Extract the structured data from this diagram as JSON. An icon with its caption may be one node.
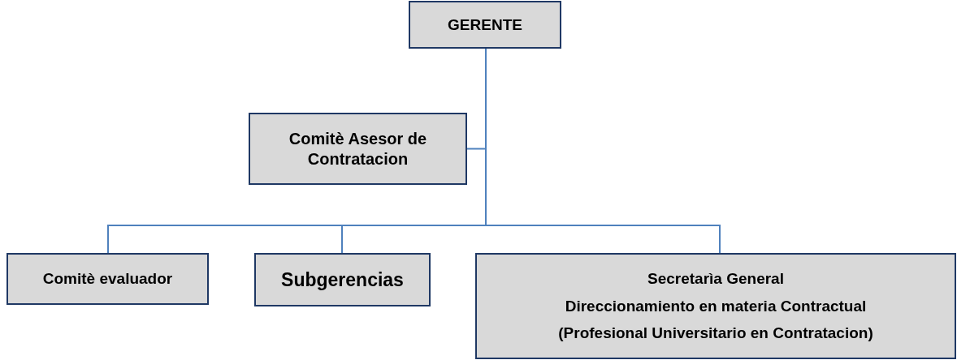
{
  "diagram": {
    "nodes": [
      {
        "text": [
          "GERENTE"
        ]
      },
      {
        "text": [
          "Comitè Asesor de Contratacion"
        ]
      },
      {
        "text": [
          "Comitè evaluador"
        ]
      },
      {
        "text": [
          "Subgerencias"
        ]
      },
      {
        "text": [
          "Secretarìa General",
          "Direccionamiento en materia Contractual",
          "(Profesional Universitario en Contratacion)"
        ]
      }
    ],
    "edges": [
      {
        "from": 0,
        "to": 1,
        "arrow": "none"
      },
      {
        "from": 0,
        "to": 2,
        "arrow": "none"
      },
      {
        "from": 0,
        "to": 3,
        "arrow": "none"
      },
      {
        "from": 0,
        "to": 4,
        "arrow": "none"
      }
    ]
  }
}
